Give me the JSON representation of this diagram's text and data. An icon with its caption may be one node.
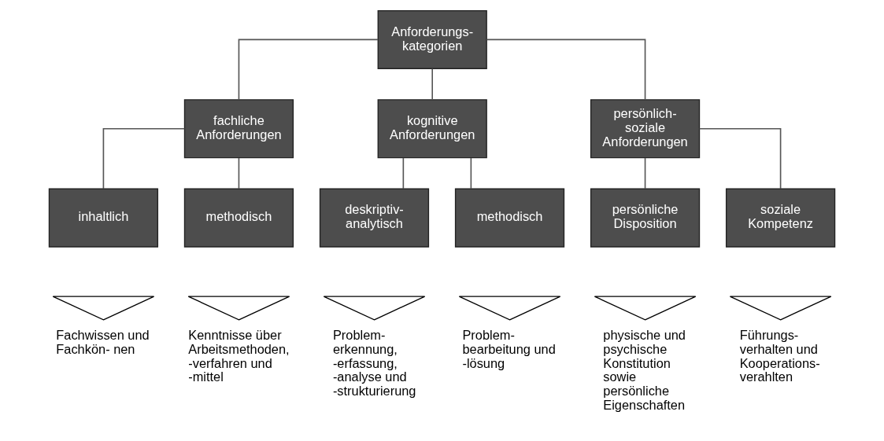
{
  "diagram": {
    "nodes": [
      {
        "text": [
          "Anforderungs- kategorien"
        ]
      },
      {
        "text": [
          "fachliche Anforderungen"
        ]
      },
      {
        "text": [
          "kognitive Anforderungen"
        ]
      },
      {
        "text": [
          "persönlich- soziale Anforderungen"
        ]
      },
      {
        "text": [
          "inhaltlich"
        ]
      },
      {
        "text": [
          "methodisch"
        ]
      },
      {
        "text": [
          "deskriptiv- analytisch"
        ]
      },
      {
        "text": [
          "methodisch"
        ]
      },
      {
        "text": [
          "persönliche Disposition"
        ]
      },
      {
        "text": [
          "soziale Kompetenz"
        ]
      },
      {
        "text": [],
        "shape": "triangle",
        "beside": [
          "Fachwissen und Fachkön- nen"
        ]
      },
      {
        "text": [],
        "shape": "triangle",
        "beside": [
          "Kenntnisse über Arbeitsmethoden, -verfahren und -mittel"
        ]
      },
      {
        "text": [],
        "shape": "triangle",
        "beside": [
          "Problem- erkennung, -erfassung, -analyse und -strukturierung"
        ]
      },
      {
        "text": [],
        "shape": "triangle",
        "beside": [
          "Problem- bearbeitung und -lösung"
        ]
      },
      {
        "text": [],
        "shape": "triangle",
        "beside": [
          "physische und psychische Konstitution sowie persönliche Eigenschaften"
        ]
      },
      {
        "text": [],
        "shape": "triangle",
        "beside": [
          "Führungs- verhalten und Kooperations- verahlten"
        ]
      }
    ],
    "edges": [
      {
        "from": 0,
        "to": 1,
        "arrow": "none"
      },
      {
        "from": 0,
        "to": 2,
        "arrow": "none"
      },
      {
        "from": 0,
        "to": 3,
        "arrow": "none"
      },
      {
        "from": 1,
        "to": 4,
        "arrow": "none"
      },
      {
        "from": 1,
        "to": 5,
        "arrow": "none"
      },
      {
        "from": 2,
        "to": 6,
        "arrow": "none"
      },
      {
        "from": 2,
        "to": 7,
        "arrow": "none"
      },
      {
        "from": 3,
        "to": 8,
        "arrow": "none"
      },
      {
        "from": 3,
        "to": 9,
        "arrow": "none"
      }
    ]
  }
}
